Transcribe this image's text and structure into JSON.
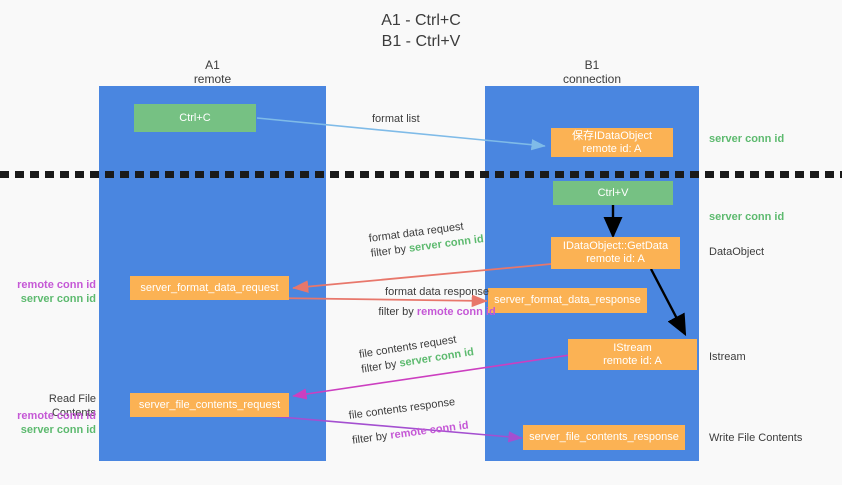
{
  "title": "A1 - Ctrl+C\nB1 - Ctrl+V",
  "lanes": [
    {
      "name": "A1",
      "sub": "remote",
      "label": "A1\nremote"
    },
    {
      "name": "B1",
      "sub": "connection",
      "label": "B1\nconnection"
    }
  ],
  "nodes": {
    "ctrl_c": "Ctrl+C",
    "ctrl_v": "Ctrl+V",
    "idataobject": "保存IDataObject\nremote id: A",
    "getdata": "IDataObject::GetData\nremote id: A",
    "istream": "IStream\nremote id: A",
    "server_format_data_request": "server_format_data_request",
    "server_format_data_response": "server_format_data_response",
    "server_file_contents_request": "server_file_contents_request",
    "server_file_contents_response": "server_file_contents_response"
  },
  "right_annotations": [
    {
      "text": "server conn id",
      "kind": "green"
    },
    {
      "text": "server conn id",
      "kind": "green"
    },
    {
      "text": "DataObject",
      "kind": "grey"
    },
    {
      "text": "Istream",
      "kind": "grey"
    },
    {
      "text": "Write File Contents",
      "kind": "grey"
    }
  ],
  "left_annotations": {
    "group_1": [
      {
        "text": "remote conn id",
        "kind": "purple"
      },
      {
        "text": "server conn id",
        "kind": "green"
      }
    ],
    "group_2_title": "Read File Contents",
    "group_2": [
      {
        "text": "remote conn id",
        "kind": "purple"
      },
      {
        "text": "server conn id",
        "kind": "green"
      }
    ]
  },
  "edge_labels": {
    "format_list": "format list",
    "format_data_request": "format data request",
    "format_data_request_filter_prefix": "filter by ",
    "format_data_request_filter_value": "server conn id",
    "format_data_response": "format data response",
    "format_data_response_filter_prefix": "filter by ",
    "format_data_response_filter_value": "remote conn id",
    "file_contents_request": "file contents request",
    "file_contents_request_filter_prefix": "filter by ",
    "file_contents_request_filter_value": "server conn id",
    "file_contents_response": "file contents response",
    "file_contents_response_filter_prefix": "filter by ",
    "file_contents_response_filter_value": "remote conn id"
  },
  "colors": {
    "lane": "#4a86e0",
    "green_box": "#76c183",
    "orange_box": "#fbb254",
    "blue_arrow": "#7fbbe8",
    "red_arrow": "#e8776b",
    "magenta_arrow": "#cc3fc0",
    "purple_arrow": "#a44fd0",
    "black_arrow": "#000000",
    "background": "#f9f9f9",
    "separator": "#1a1a1a"
  }
}
